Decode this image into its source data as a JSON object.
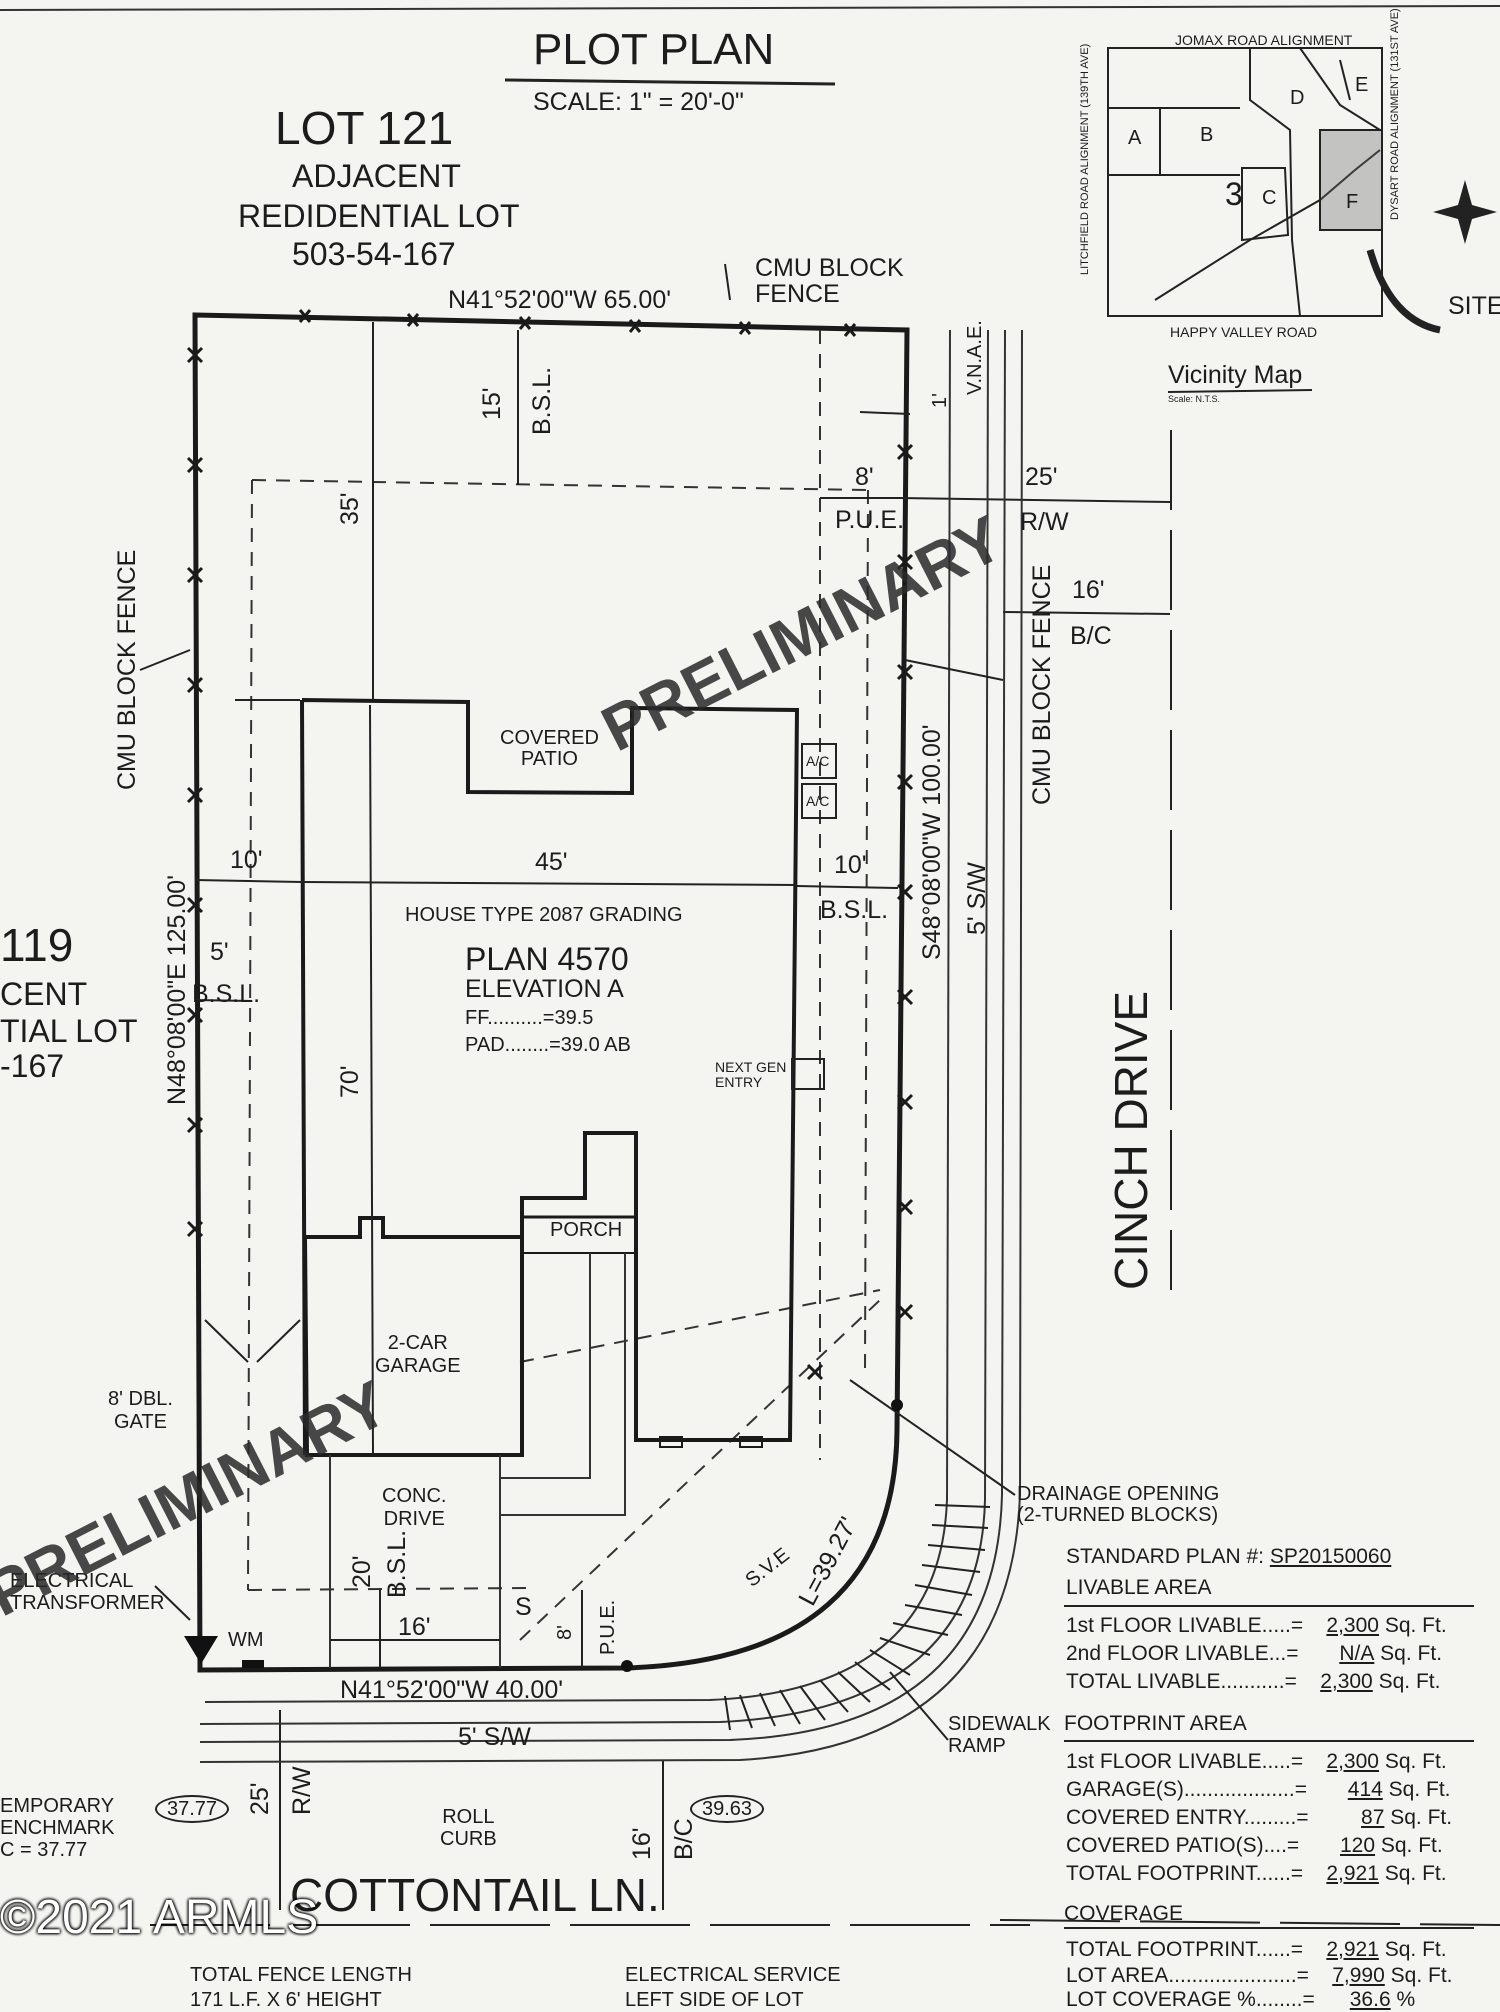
{
  "header": {
    "title": "PLOT PLAN",
    "scale": "SCALE: 1\" = 20'-0\""
  },
  "lot121": {
    "lot": "LOT 121",
    "line1": "ADJACENT",
    "line2": "REDIDENTIAL LOT",
    "apn": "503-54-167"
  },
  "lot119": {
    "lot": "119",
    "line1": "CENT",
    "line2": "TIAL LOT",
    "apn": "-167"
  },
  "vicinity": {
    "title": "Vicinity Map",
    "scale": "Scale: N.T.S.",
    "road_top": "JOMAX ROAD ALIGNMENT",
    "road_bottom": "HAPPY VALLEY ROAD",
    "road_left": "LITCHFIELD ROAD ALIGNMENT (139TH AVE)",
    "road_right": "DYSART ROAD ALIGNMENT (131ST AVE)",
    "parcels": [
      "A",
      "B",
      "C",
      "D",
      "E",
      "F"
    ],
    "num": "3",
    "site": "SITE"
  },
  "dims": {
    "north_boundary": "N41°52'00\"W 65.00'",
    "south_boundary": "N41°52'00\"W 40.00'",
    "east_boundary": "S48°08'00\"W 100.00'",
    "west_boundary": "N48°08'00\"E 125.00'",
    "rear_bsl": "15'",
    "bsl": "B.S.L.",
    "rear_35": "35'",
    "house_70": "70'",
    "side_10_left": "10'",
    "house_45": "45'",
    "side_10_right": "10'",
    "side_5": "5'",
    "pue_8": "8'",
    "pue": "P.U.E.",
    "one_ft": "1'",
    "vnae": "V.N.A.E.",
    "rw_25": "25'",
    "rw": "R/W",
    "bc_16": "16'",
    "bc": "B/C",
    "front_20": "20'",
    "drive_16": "16'",
    "pue_8b": "8'",
    "curve": "L=39.27'",
    "sve": "S.V.E",
    "sw_5": "5' S/W",
    "sw_5b": "5' S/W",
    "rw_25b": "25'",
    "rw_b": "R/W",
    "bc_16b": "16'",
    "bc_b": "B/C",
    "s_label": "S"
  },
  "labels": {
    "cmu_top": "CMU BLOCK\nFENCE",
    "cmu_left": "CMU BLOCK FENCE",
    "cmu_right": "CMU BLOCK FENCE",
    "covered_patio": "COVERED\nPATIO",
    "ac1": "A/C",
    "ac2": "A/C",
    "house_type": "HOUSE TYPE 2087 GRADING",
    "plan": "PLAN 4570",
    "elevation": "ELEVATION A",
    "ff": "FF..........=39.5",
    "pad": "PAD........=39.0 AB",
    "nextgen": "NEXT GEN\nENTRY",
    "porch": "PORCH",
    "garage": "2-CAR\nGARAGE",
    "gate": "8' DBL.\nGATE",
    "drive": "CONC.\nDRIVE",
    "transformer": "ELECTRICAL\nTRANSFORMER",
    "wm": "WM",
    "drainage": "DRAINAGE OPENING\n(2-TURNED BLOCKS)",
    "ramp": "SIDEWALK\nRAMP",
    "street_east": "CINCH DRIVE",
    "street_south": "COTTONTAIL LN.",
    "benchmark": "EMPORARY\nENCHMARK\nC = 37.77",
    "bm1": "37.77",
    "bm2": "39.63",
    "roll_curb": "ROLL\nCURB",
    "preliminary1": "PRELIMINARY",
    "preliminary2": "PRELIMINARY",
    "fence_length": "TOTAL FENCE LENGTH",
    "fence_length2": "171 L.F. X 6' HEIGHT",
    "electric": "ELECTRICAL SERVICE",
    "electric2": "LEFT SIDE OF LOT"
  },
  "table": {
    "standard_plan_label": "STANDARD PLAN #:",
    "standard_plan": "SP20150060",
    "livable_title": "LIVABLE AREA",
    "livable": [
      {
        "label": "1st FLOOR LIVABLE.....=",
        "value": "2,300",
        "unit": "Sq. Ft."
      },
      {
        "label": "2nd FLOOR LIVABLE...=",
        "value": "N/A",
        "unit": "Sq. Ft."
      },
      {
        "label": "TOTAL LIVABLE...........=",
        "value": "2,300",
        "unit": "Sq. Ft."
      }
    ],
    "footprint_title": "FOOTPRINT AREA",
    "footprint": [
      {
        "label": "1st FLOOR LIVABLE.....=",
        "value": "2,300",
        "unit": "Sq. Ft."
      },
      {
        "label": "GARAGE(S)...................=",
        "value": "414",
        "unit": "Sq. Ft."
      },
      {
        "label": "COVERED ENTRY.........=",
        "value": "87",
        "unit": "Sq. Ft."
      },
      {
        "label": "COVERED PATIO(S)....=",
        "value": "120",
        "unit": "Sq. Ft."
      },
      {
        "label": "TOTAL FOOTPRINT......=",
        "value": "2,921",
        "unit": "Sq. Ft."
      }
    ],
    "coverage_title": "COVERAGE",
    "coverage": [
      {
        "label": "TOTAL FOOTPRINT......=",
        "value": "2,921",
        "unit": "Sq. Ft."
      },
      {
        "label": "LOT AREA......................=",
        "value": "7,990",
        "unit": "Sq. Ft."
      },
      {
        "label": "LOT COVERAGE %........=",
        "value": "36.6",
        "unit": "%"
      }
    ]
  },
  "watermark": "©2021 ARMLS"
}
